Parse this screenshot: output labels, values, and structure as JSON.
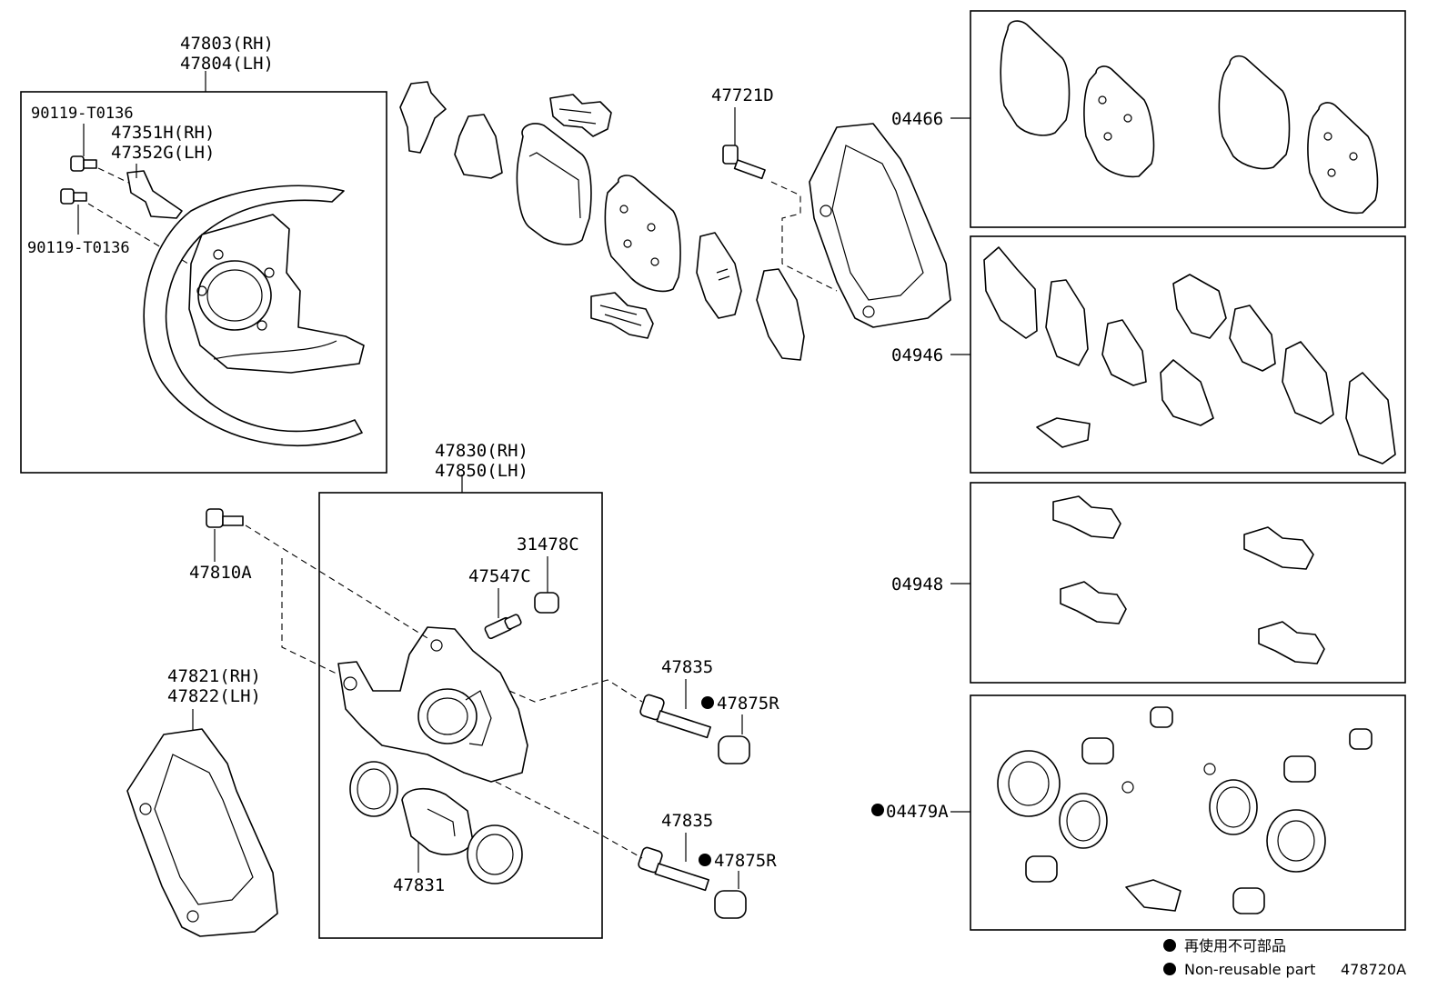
{
  "labels": {
    "shield_assy": [
      "47803(RH)",
      "47804(LH)"
    ],
    "bolt_upper": "90119-T0136",
    "bolt_lower": "90119-T0136",
    "bracket": [
      "47351H(RH)",
      "47352G(LH)"
    ],
    "cylinder_assy": [
      "47830(RH)",
      "47850(LH)"
    ],
    "bleeder_bolt": "47810A",
    "cap": "31478C",
    "bleeder_plug": "47547C",
    "mounting": [
      "47821(RH)",
      "47822(LH)"
    ],
    "slide_pin_upper": "47835",
    "boot_upper": "47875R",
    "slide_pin_lower": "47835",
    "boot_lower": "47875R",
    "piston": "47831",
    "mounting_bolt": "47721D",
    "pad_kit": "04466",
    "anti_squeal_kit": "04946",
    "fitting_kit": "04948",
    "seal_kit": "04479A"
  },
  "legend": {
    "jp": "再使用不可部品",
    "en": "Non-reusable part",
    "code": "478720A"
  },
  "colors": {
    "line": "#000000",
    "background": "#ffffff"
  }
}
